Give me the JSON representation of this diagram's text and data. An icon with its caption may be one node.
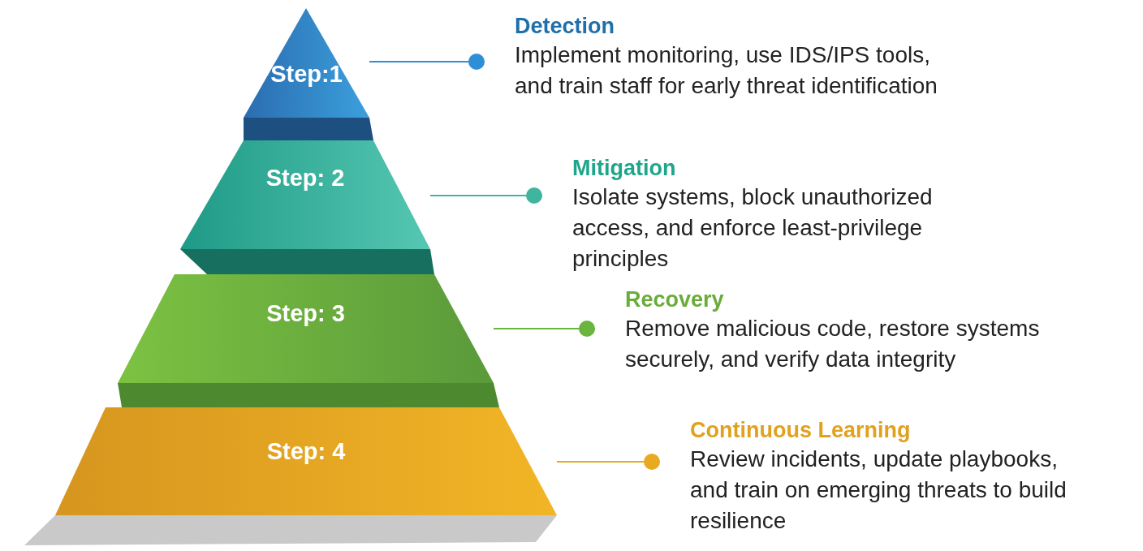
{
  "diagram": {
    "nodes": [
      {
        "text": [
          "Step:1"
        ]
      },
      {
        "text": [
          "Step: 2"
        ]
      },
      {
        "text": [
          "Step: 3"
        ]
      },
      {
        "text": [
          "Step: 4"
        ]
      },
      {
        "text": [
          "Detection",
          "Implement monitoring, use IDS/IPS tools, and train staff for early threat identification"
        ]
      },
      {
        "text": [
          "Mitigation",
          "Isolate systems, block unauthorized access, and enforce least-privilege principles"
        ]
      },
      {
        "text": [
          "Recovery",
          "Remove malicious code, restore systems securely, and verify data integrity"
        ]
      },
      {
        "text": [
          "Continuous Learning",
          "Review incidents, update playbooks, and train on emerging threats to build resilience"
        ]
      }
    ],
    "edges": [
      {
        "from": 0,
        "to": 4,
        "arrow": "other",
        "color": "#2f8fd6"
      },
      {
        "from": 1,
        "to": 5,
        "arrow": "other",
        "color": "#3fb59e"
      },
      {
        "from": 2,
        "to": 6,
        "arrow": "other",
        "color": "#6ab43f"
      },
      {
        "from": 3,
        "to": 7,
        "arrow": "other",
        "color": "#e8aa22"
      }
    ]
  }
}
